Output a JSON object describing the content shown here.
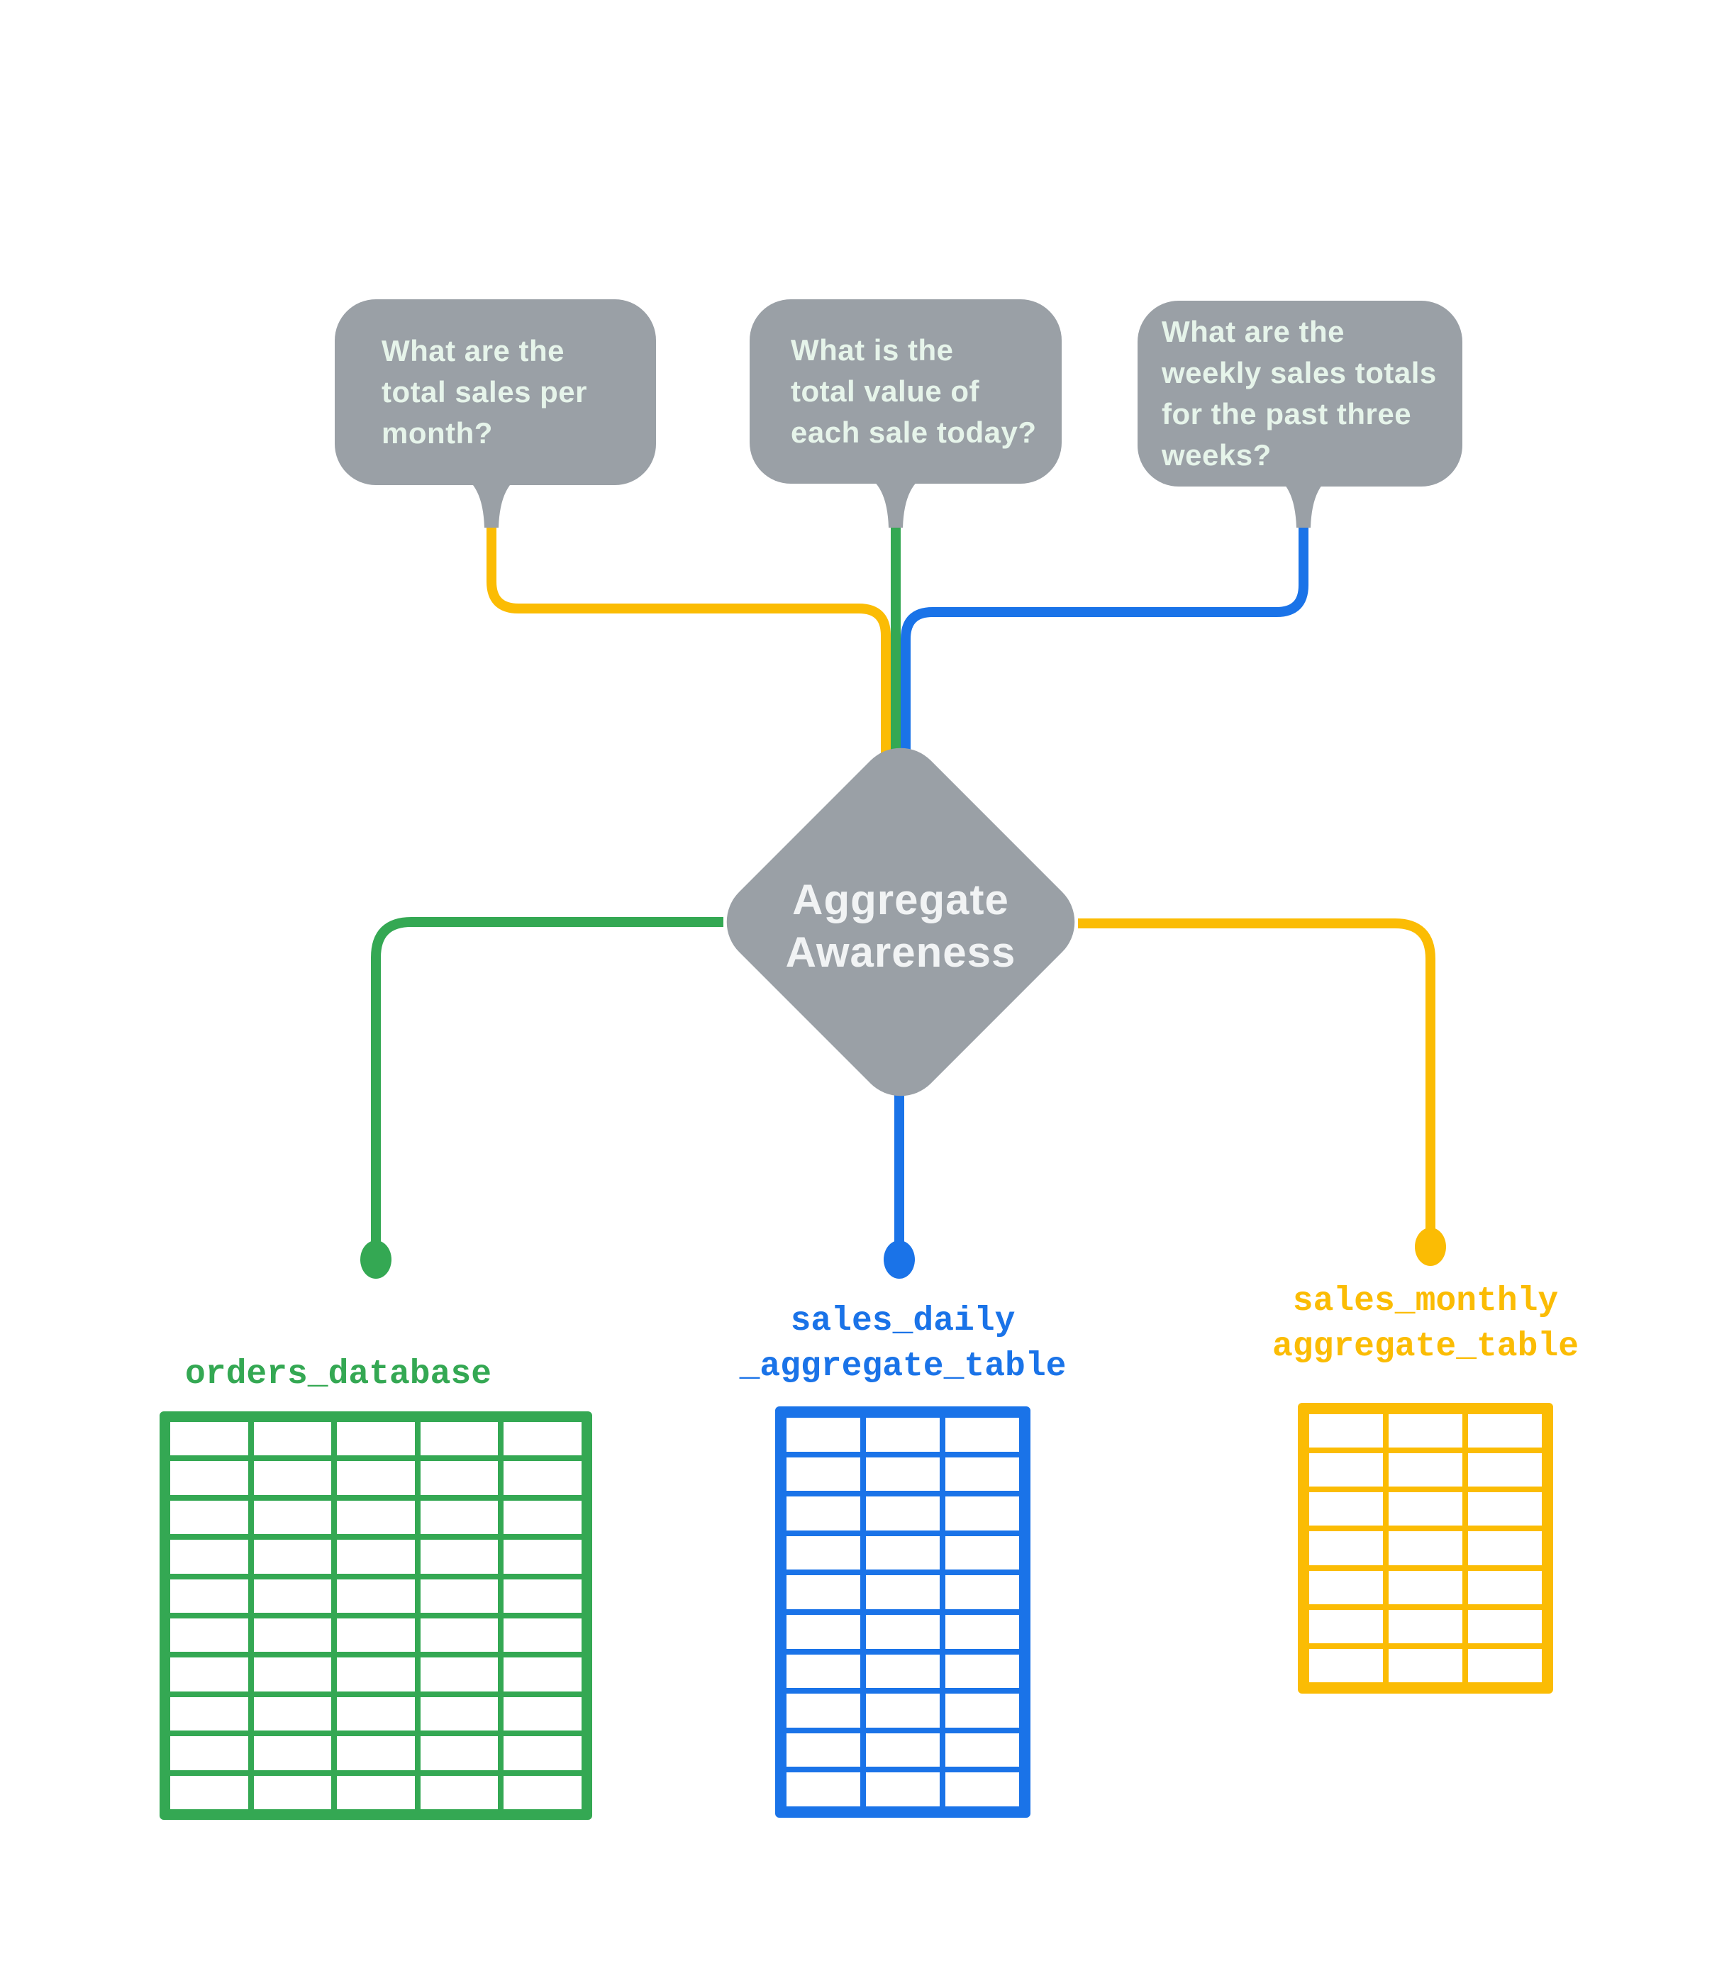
{
  "colors": {
    "gray": "#9AA0A6",
    "green": "#34A853",
    "blue": "#1A73E8",
    "yellow": "#FBBC04",
    "bubble_text": "#E6F4EA",
    "diamond_text": "#F1F3F4",
    "background": "#FFFFFF"
  },
  "bubbles": [
    {
      "name": "question-total-sales-per-month",
      "text": "What are the\ntotal sales per\nmonth?",
      "connector_color": "yellow"
    },
    {
      "name": "question-total-value-each-sale",
      "text": "What is the\ntotal value of\neach sale today?",
      "connector_color": "green"
    },
    {
      "name": "question-weekly-sales-totals",
      "text": "What are the\nweekly sales totals\nfor the past three\nweeks?",
      "connector_color": "blue"
    }
  ],
  "diamond": {
    "label": "Aggregate\nAwareness"
  },
  "tables": [
    {
      "name": "orders_database",
      "label": "orders_database",
      "color_name": "green",
      "columns": 5,
      "rows": 10
    },
    {
      "name": "sales_daily_aggregate_table",
      "label": "sales_daily\n_aggregate_table",
      "color_name": "blue",
      "columns": 3,
      "rows": 10
    },
    {
      "name": "sales_monthly_aggregate_table",
      "label": "sales_monthly\naggregate_table",
      "color_name": "yellow",
      "columns": 3,
      "rows": 7
    }
  ]
}
